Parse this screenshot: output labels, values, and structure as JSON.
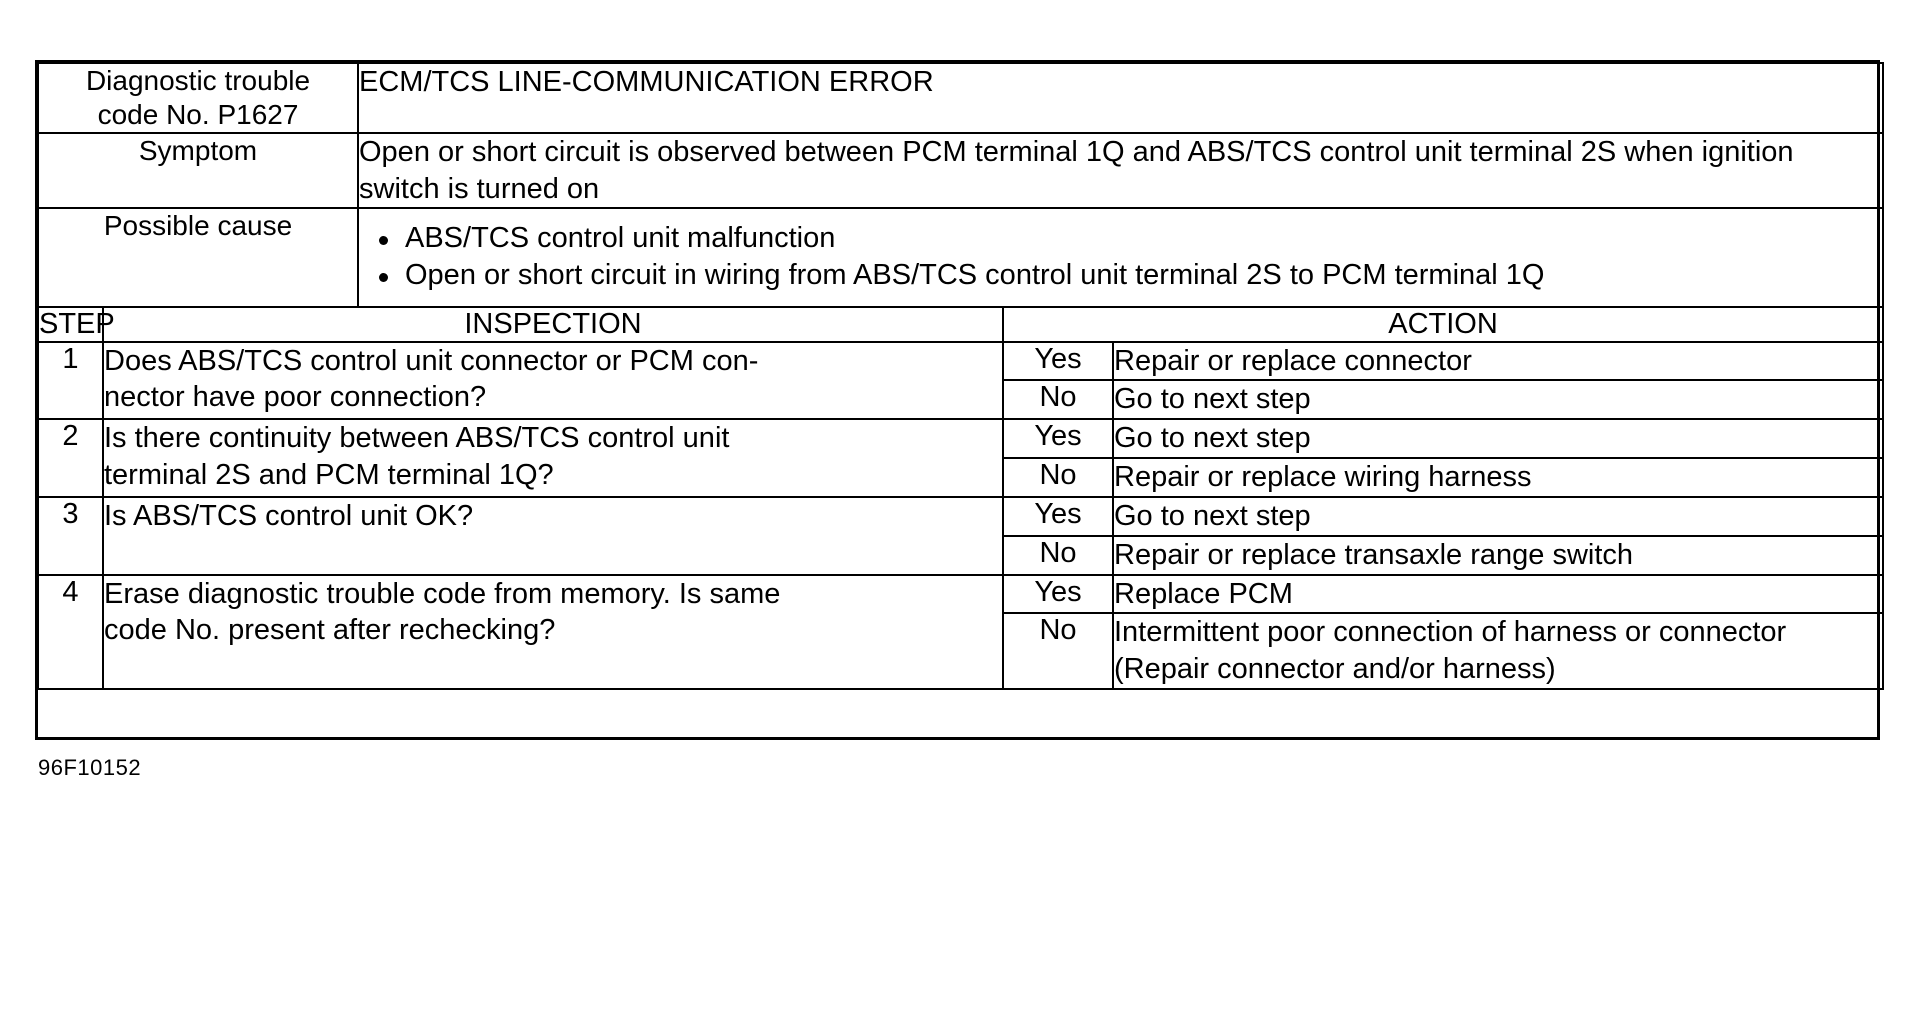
{
  "document": {
    "caption_code": "96F10152"
  },
  "header": {
    "code_label": "Diagnostic trouble\ncode No. P1627",
    "code_label_line1": "Diagnostic trouble",
    "code_label_line2": "code No. P1627",
    "title": "ECM/TCS LINE-COMMUNICATION ERROR",
    "symptom_label": "Symptom",
    "symptom_text": "Open or short circuit is observed between PCM terminal 1Q and ABS/TCS control unit terminal 2S when ignition switch is turned on",
    "possible_cause_label": "Possible cause",
    "possible_causes": [
      "ABS/TCS control unit malfunction",
      "Open or short circuit in wiring from ABS/TCS control unit terminal 2S to PCM terminal 1Q"
    ]
  },
  "columns": {
    "step": "STEP",
    "inspection": "INSPECTION",
    "action": "ACTION"
  },
  "steps": [
    {
      "number": "1",
      "inspection": "Does ABS/TCS control unit connector or PCM con-nector have poor connection?",
      "inspection_line1": "Does ABS/TCS control unit connector or PCM con-",
      "inspection_line2": "nector have poor connection?",
      "results": [
        {
          "answer": "Yes",
          "action": "Repair or replace connector"
        },
        {
          "answer": "No",
          "action": "Go to next step"
        }
      ]
    },
    {
      "number": "2",
      "inspection": "Is there continuity between ABS/TCS control unit terminal 2S and PCM terminal 1Q?",
      "inspection_line1": "Is there continuity between ABS/TCS control unit",
      "inspection_line2": "terminal 2S and PCM terminal 1Q?",
      "results": [
        {
          "answer": "Yes",
          "action": "Go to next step"
        },
        {
          "answer": "No",
          "action": "Repair or replace wiring harness"
        }
      ]
    },
    {
      "number": "3",
      "inspection": "Is ABS/TCS control unit OK?",
      "inspection_line1": "Is ABS/TCS control unit OK?",
      "inspection_line2": "",
      "results": [
        {
          "answer": "Yes",
          "action": "Go to next step"
        },
        {
          "answer": "No",
          "action": "Repair or replace transaxle range switch"
        }
      ]
    },
    {
      "number": "4",
      "inspection": "Erase diagnostic trouble code from memory. Is same code No. present after rechecking?",
      "inspection_line1": "Erase diagnostic trouble code from memory. Is same",
      "inspection_line2": "code No. present after rechecking?",
      "results": [
        {
          "answer": "Yes",
          "action": "Replace PCM"
        },
        {
          "answer": "No",
          "action": "Intermittent poor connection of harness or connector (Repair connector and/or harness)",
          "action_line1": "Intermittent poor connection of harness or connector",
          "action_line2": "(Repair connector and/or harness)"
        }
      ]
    }
  ]
}
